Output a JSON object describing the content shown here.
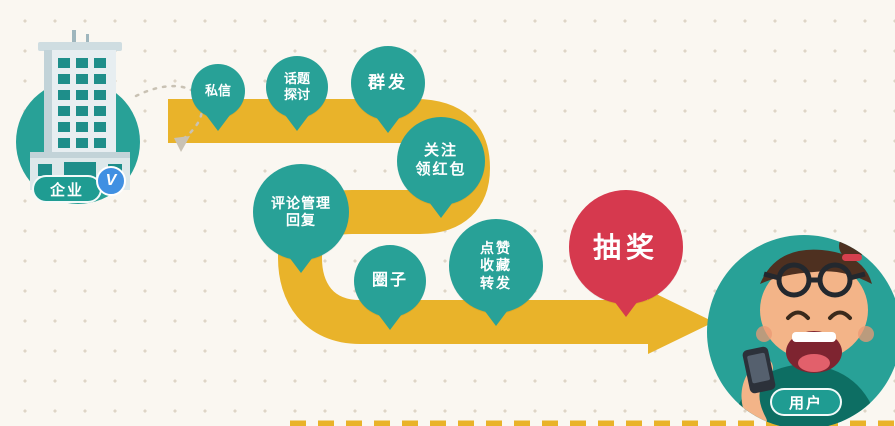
{
  "scene": {
    "description": "marketing-flow-diagram",
    "entity": {
      "label": "企业",
      "badge": "V"
    },
    "user": {
      "label": "用户"
    }
  },
  "colors": {
    "teal": "#28a197",
    "gold": "#e9b32a",
    "red": "#d6394e",
    "badge_blue": "#4090e2",
    "background": "#faf7f1",
    "dot": "#ded5c6"
  },
  "icons": {
    "left": "office-building-icon",
    "right": "laughing-user-with-phone-icon"
  },
  "pins": [
    {
      "id": "private-message",
      "label": "私信"
    },
    {
      "id": "topic-discussion",
      "label": "话题\n探讨"
    },
    {
      "id": "mass-send",
      "label": "群发"
    },
    {
      "id": "follow-red-packet",
      "label": "关注\n领红包"
    },
    {
      "id": "comment-management",
      "label": "评论管理\n回复"
    },
    {
      "id": "circles",
      "label": "圈子"
    },
    {
      "id": "like-favorite-forward",
      "label": "点赞\n收藏\n转发"
    },
    {
      "id": "lottery",
      "label": "抽奖"
    }
  ]
}
